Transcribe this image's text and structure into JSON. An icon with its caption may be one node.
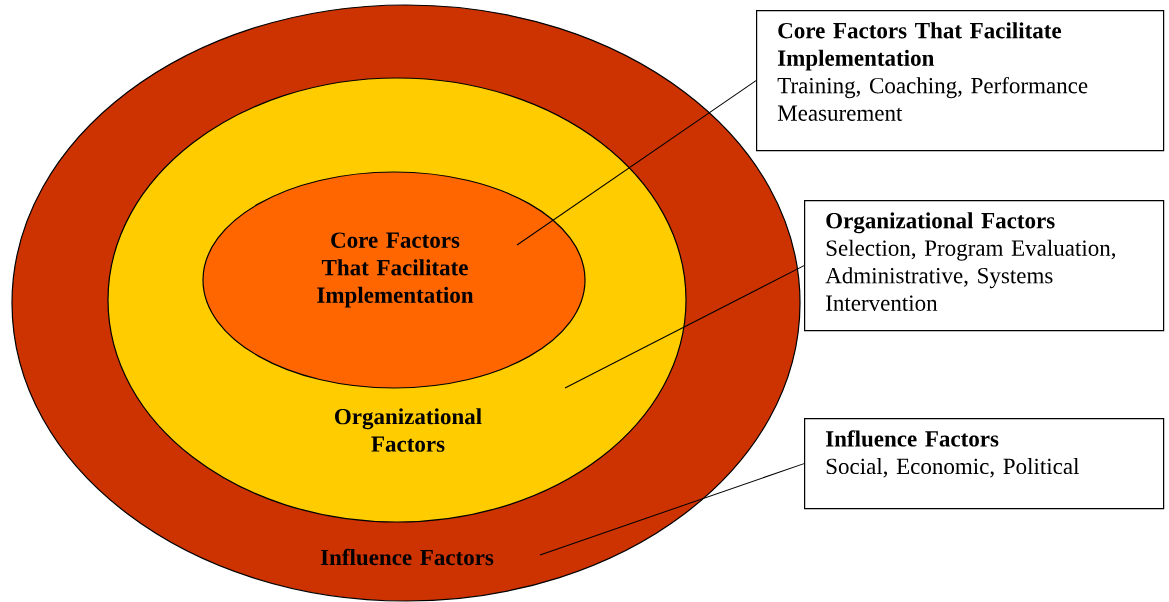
{
  "diagram": {
    "nodes": [
      {
        "text": [
          "Influence Factors"
        ]
      },
      {
        "text": [
          "Organizational Factors"
        ],
        "in": 0
      },
      {
        "text": [
          "Core Factors That Facilitate Implementation"
        ],
        "in": 1
      },
      {
        "text": [
          "Core Factors That Facilitate Implementation",
          "Training, Coaching, Performance Measurement"
        ]
      },
      {
        "text": [
          "Organizational Factors",
          "Selection, Program Evaluation, Administrative, Systems Intervention"
        ]
      },
      {
        "text": [
          "Influence Factors",
          "Social, Economic, Political"
        ]
      }
    ],
    "edges": [
      {
        "from": 3,
        "to": 2,
        "arrow": "none"
      },
      {
        "from": 4,
        "to": 1,
        "arrow": "none"
      },
      {
        "from": 5,
        "to": 0,
        "arrow": "none"
      }
    ]
  }
}
